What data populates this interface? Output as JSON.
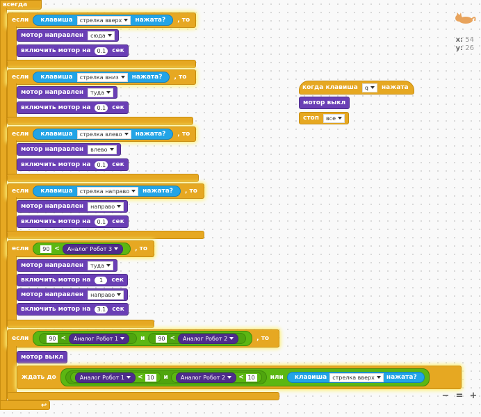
{
  "forever": "всегда",
  "kw": {
    "if": "если",
    "then": ", то",
    "key": "клавиша",
    "pressed": "нажата?",
    "motor_dir": "мотор направлен",
    "motor_on": "включить мотор на",
    "sec": "сек",
    "motor_off": "мотор выкл",
    "wait_until": "ждать до",
    "and": "и",
    "or": "или",
    "lt": "<",
    "when_key": "когда клавиша",
    "when_pressed": "нажата",
    "stop": "стоп"
  },
  "dirs": {
    "up": "стрелка вверх",
    "down": "стрелка вниз",
    "left": "стрелка влево",
    "right": "стрелка направо"
  },
  "motor_dirs": {
    "here": "сюда",
    "there": "туда",
    "left": "влево",
    "right": "направо"
  },
  "durations": {
    "d1": "0.1",
    "d2": "0.1",
    "d3": "0.1",
    "d4": "0.1",
    "d5": "1",
    "d6": "3.1"
  },
  "sensors": {
    "s1": "Аналог Робот 1",
    "s2": "Аналог Робот 2",
    "s3": "Аналог Робот 3"
  },
  "values": {
    "v90": "90",
    "v10": "10"
  },
  "hat": {
    "key": "q",
    "stop_opt": "все"
  },
  "coords": {
    "x_label": "x:",
    "x": "54",
    "y_label": "y:",
    "y": "26"
  },
  "zoom": {
    "out": "−",
    "reset": "=",
    "in": "+"
  }
}
